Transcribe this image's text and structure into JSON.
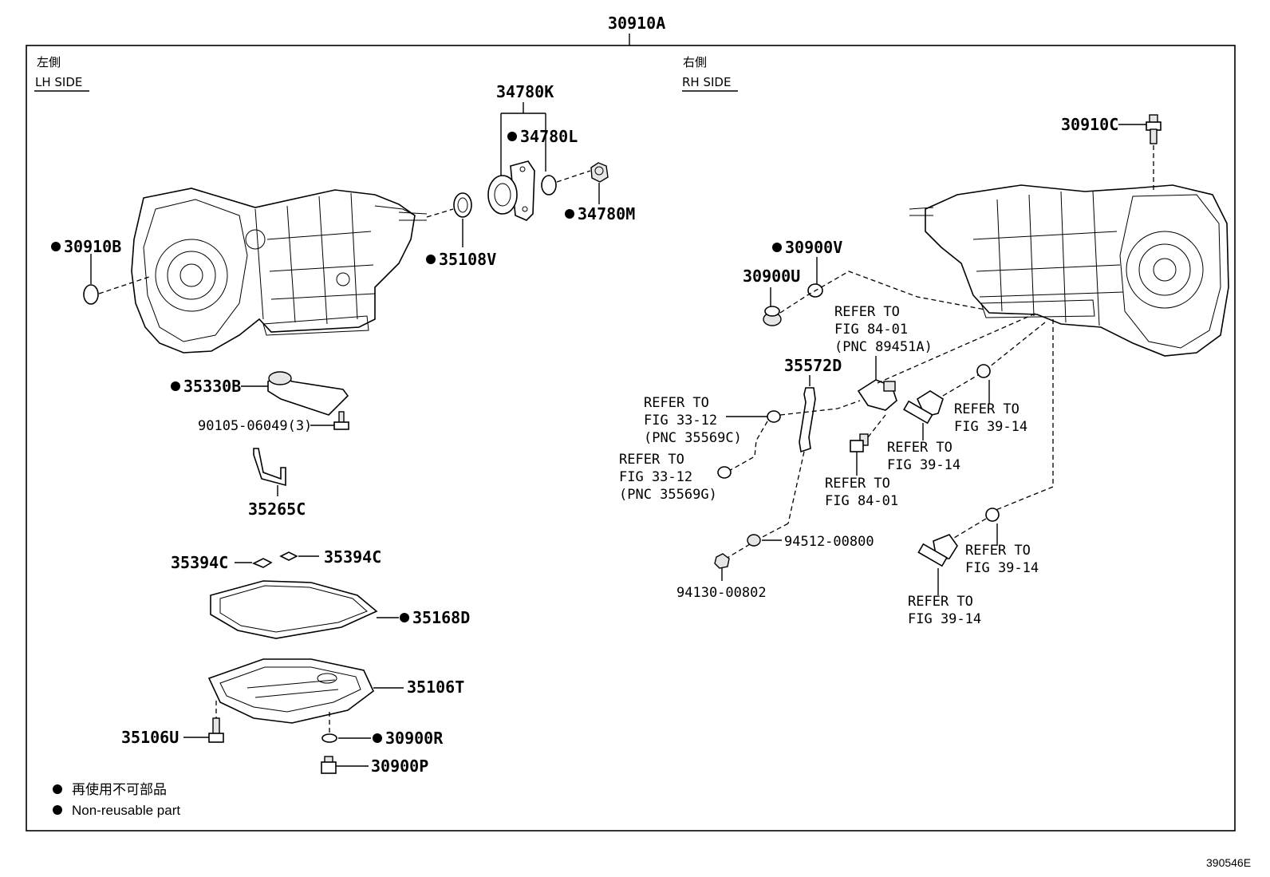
{
  "main_part": "30910A",
  "lh_side": {
    "jp": "左側",
    "en": "LH SIDE"
  },
  "rh_side": {
    "jp": "右側",
    "en": "RH SIDE"
  },
  "parts": {
    "p34780K": "34780K",
    "p34780L": "34780L",
    "p34780M": "34780M",
    "p30910B": "30910B",
    "p35108V": "35108V",
    "p35330B": "35330B",
    "p90105": "90105-06049(3)",
    "p35265C": "35265C",
    "p35394C_a": "35394C",
    "p35394C_b": "35394C",
    "p35168D": "35168D",
    "p35106T": "35106T",
    "p35106U": "35106U",
    "p30900R": "30900R",
    "p30900P": "30900P",
    "p30910C": "30910C",
    "p30900V": "30900V",
    "p30900U": "30900U",
    "p35572D": "35572D",
    "p94512": "94512-00800",
    "p94130": "94130-00802"
  },
  "refs": {
    "r8401a": [
      "REFER TO",
      "FIG 84-01",
      "(PNC 89451A)"
    ],
    "r3312c": [
      "REFER TO",
      "FIG 33-12",
      "(PNC 35569C)"
    ],
    "r3312g": [
      "REFER TO",
      "FIG 33-12",
      "(PNC 35569G)"
    ],
    "r3914a": [
      "REFER TO",
      "FIG 39-14"
    ],
    "r3914b": [
      "REFER TO",
      "FIG 39-14"
    ],
    "r8401b": [
      "REFER TO",
      "FIG 84-01"
    ],
    "r3914c": [
      "REFER TO",
      "FIG 39-14"
    ],
    "r3914d": [
      "REFER TO",
      "FIG 39-14"
    ]
  },
  "legend": {
    "jp": "再使用不可部品",
    "en": "Non-reusable part"
  },
  "figure_code": "390546E"
}
